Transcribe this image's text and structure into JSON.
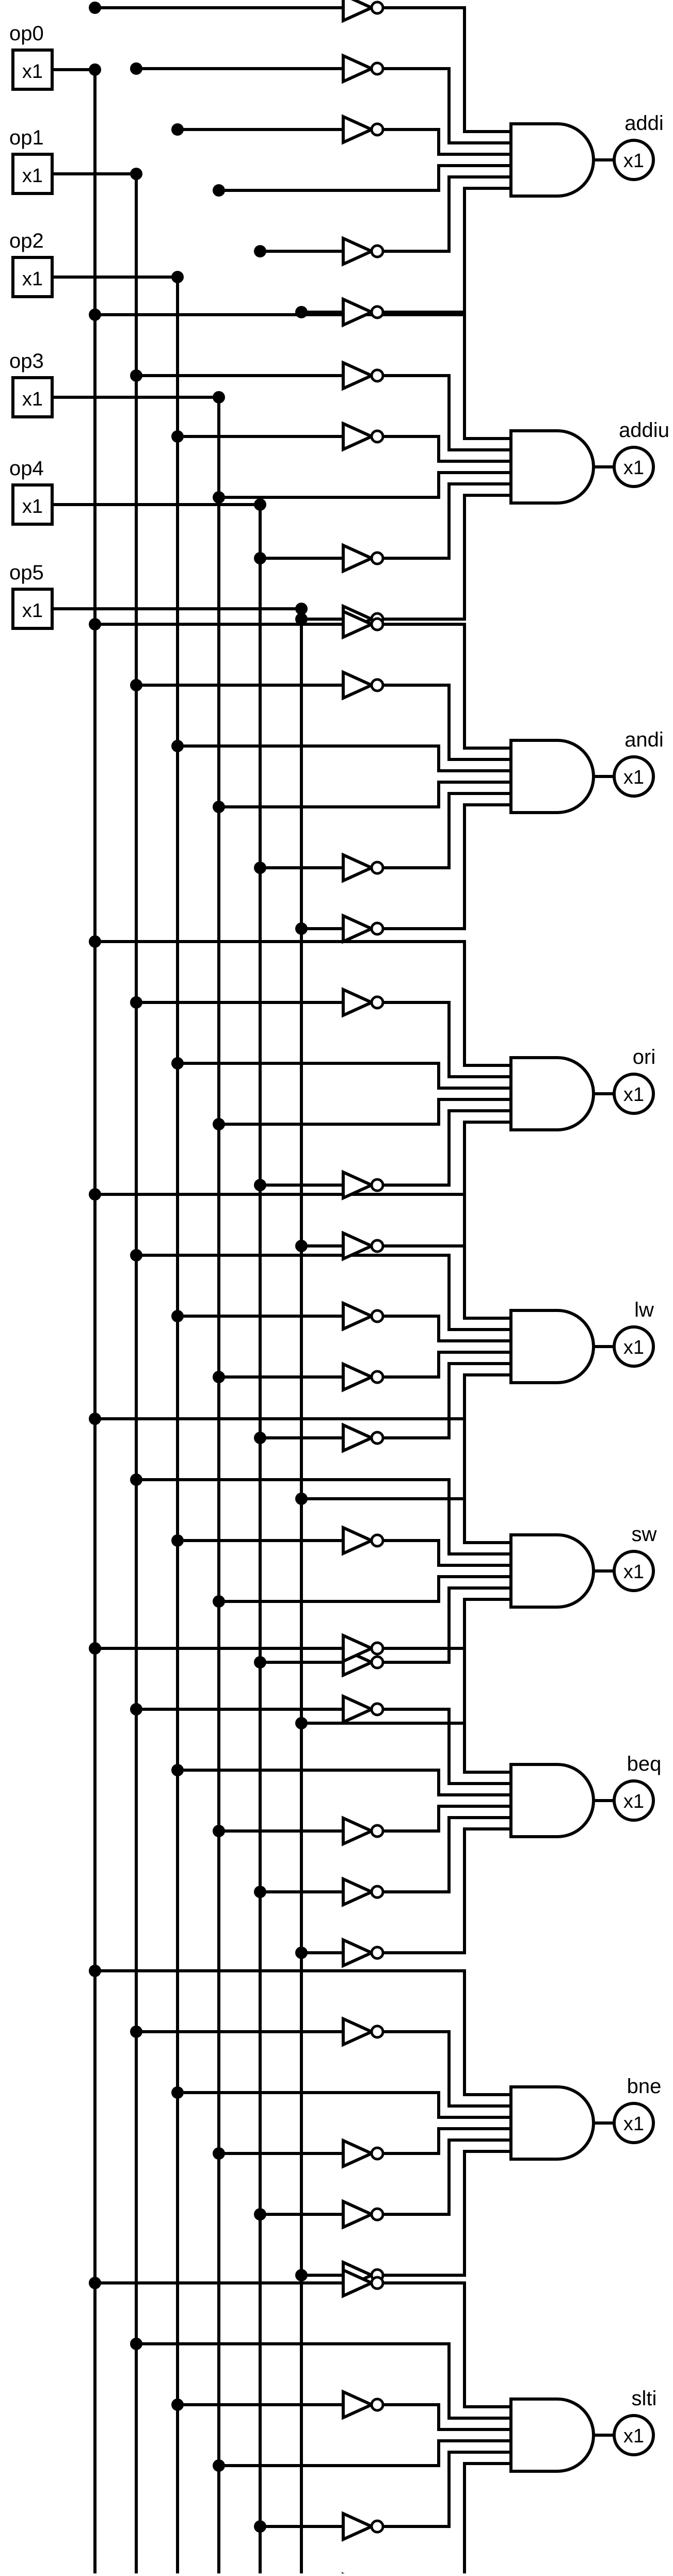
{
  "diagram": {
    "inputs": [
      {
        "name": "op0",
        "value": "x1"
      },
      {
        "name": "op1",
        "value": "x1"
      },
      {
        "name": "op2",
        "value": "x1"
      },
      {
        "name": "op3",
        "value": "x1"
      },
      {
        "name": "op4",
        "value": "x1"
      },
      {
        "name": "op5",
        "value": "x1"
      }
    ],
    "outputs": [
      {
        "name": "addi",
        "value": "x1",
        "pattern": "001000"
      },
      {
        "name": "addiu",
        "value": "x1",
        "pattern": "001001"
      },
      {
        "name": "andi",
        "value": "x1",
        "pattern": "001100"
      },
      {
        "name": "ori",
        "value": "x1",
        "pattern": "001101"
      },
      {
        "name": "lw",
        "value": "x1",
        "pattern": "100011"
      },
      {
        "name": "sw",
        "value": "x1",
        "pattern": "101011"
      },
      {
        "name": "beq",
        "value": "x1",
        "pattern": "000100"
      },
      {
        "name": "bne",
        "value": "x1",
        "pattern": "000101"
      },
      {
        "name": "slti",
        "value": "x1",
        "pattern": "001010"
      }
    ],
    "colors": {
      "stroke": "#000000",
      "background": "#ffffff"
    }
  }
}
